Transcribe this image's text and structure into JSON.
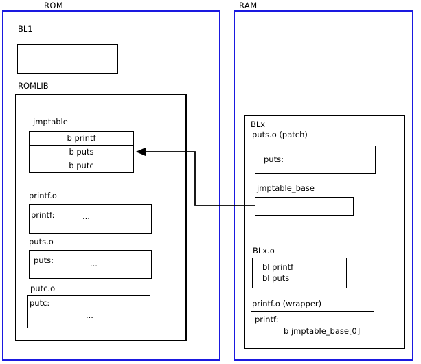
{
  "diagram": {
    "title": "ROM / RAM jump table patching diagram",
    "accent_color": "#1a19e0",
    "line_color": "#000000",
    "background": "#ffffff"
  },
  "rom": {
    "label": "ROM",
    "bl1": {
      "label": "BL1",
      "box_text": ""
    },
    "romlib": {
      "label": "ROMLIB",
      "jmptable": {
        "label": "jmptable",
        "entries": [
          {
            "text": "b printf"
          },
          {
            "text": "b puts"
          },
          {
            "text": "b putc"
          }
        ]
      },
      "objects": [
        {
          "label": "printf.o",
          "symbol": "printf:",
          "body": "..."
        },
        {
          "label": "puts.o",
          "symbol": "puts:",
          "body": "..."
        },
        {
          "label": "putc.o",
          "symbol": "putc:",
          "body": "..."
        }
      ]
    }
  },
  "ram": {
    "label": "RAM",
    "blx": {
      "label": "BLx",
      "sections": [
        {
          "label": "puts.o (patch)",
          "symbol": "puts:",
          "body": ""
        },
        {
          "label": "jmptable_base",
          "symbol": "",
          "body": ""
        },
        {
          "label": "BLx.o",
          "symbol": "bl printf",
          "body": "bl puts"
        },
        {
          "label": "printf.o (wrapper)",
          "symbol": "printf:",
          "body": "b jmptable_base[0]"
        }
      ]
    }
  },
  "connector": {
    "name": "jmptable-base-to-b-puts-arrow",
    "from": "jmptable_base",
    "to": "b puts"
  }
}
